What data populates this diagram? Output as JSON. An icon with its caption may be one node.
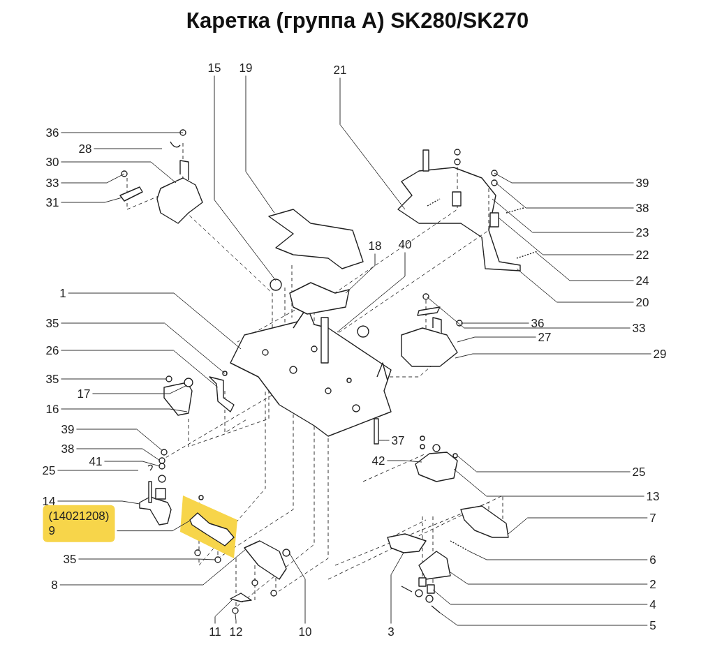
{
  "diagram": {
    "title": "Каретка (группа А) SK280/SK270",
    "nodes": [
      {
        "text": [
          "36"
        ]
      },
      {
        "text": [
          "28"
        ]
      },
      {
        "text": [
          "30"
        ]
      },
      {
        "text": [
          "33"
        ]
      },
      {
        "text": [
          "31"
        ]
      },
      {
        "text": [
          "15"
        ]
      },
      {
        "text": [
          "19"
        ]
      },
      {
        "text": [
          "21"
        ]
      },
      {
        "text": [
          "39"
        ]
      },
      {
        "text": [
          "38"
        ]
      },
      {
        "text": [
          "23"
        ]
      },
      {
        "text": [
          "22"
        ]
      },
      {
        "text": [
          "18"
        ]
      },
      {
        "text": [
          "40"
        ]
      },
      {
        "text": [
          "24"
        ]
      },
      {
        "text": [
          "1"
        ]
      },
      {
        "text": [
          "20"
        ]
      },
      {
        "text": [
          "35"
        ]
      },
      {
        "text": [
          "33"
        ]
      },
      {
        "text": [
          "36"
        ]
      },
      {
        "text": [
          "27"
        ]
      },
      {
        "text": [
          "26"
        ]
      },
      {
        "text": [
          "29"
        ]
      },
      {
        "text": [
          "35"
        ]
      },
      {
        "text": [
          "17"
        ]
      },
      {
        "text": [
          "16"
        ]
      },
      {
        "text": [
          "39"
        ]
      },
      {
        "text": [
          "38"
        ]
      },
      {
        "text": [
          "37"
        ]
      },
      {
        "text": [
          "41"
        ]
      },
      {
        "text": [
          "42"
        ]
      },
      {
        "text": [
          "25"
        ]
      },
      {
        "text": [
          "25"
        ]
      },
      {
        "text": [
          "14"
        ]
      },
      {
        "text": [
          "13"
        ]
      },
      {
        "text": [
          "(14021208)",
          "9"
        ]
      },
      {
        "text": [
          "7"
        ]
      },
      {
        "text": [
          "35"
        ]
      },
      {
        "text": [
          "6"
        ]
      },
      {
        "text": [
          "8"
        ]
      },
      {
        "text": [
          "2"
        ]
      },
      {
        "text": [
          "4"
        ]
      },
      {
        "text": [
          "5"
        ]
      },
      {
        "text": [
          "11"
        ]
      },
      {
        "text": [
          "12"
        ]
      },
      {
        "text": [
          "10"
        ]
      },
      {
        "text": [
          "3"
        ]
      }
    ],
    "edges": [
      {
        "from": 0,
        "to": null,
        "arrow": "none"
      },
      {
        "from": 1,
        "to": null,
        "arrow": "none"
      },
      {
        "from": 2,
        "to": null,
        "arrow": "none"
      },
      {
        "from": 3,
        "to": null,
        "arrow": "none"
      },
      {
        "from": 4,
        "to": null,
        "arrow": "none"
      },
      {
        "from": 5,
        "to": null,
        "arrow": "none"
      },
      {
        "from": 6,
        "to": null,
        "arrow": "none"
      },
      {
        "from": 7,
        "to": null,
        "arrow": "none"
      },
      {
        "from": 8,
        "to": null,
        "arrow": "none"
      },
      {
        "from": 9,
        "to": null,
        "arrow": "none"
      },
      {
        "from": 10,
        "to": null,
        "arrow": "none"
      },
      {
        "from": 11,
        "to": null,
        "arrow": "none"
      },
      {
        "from": 12,
        "to": null,
        "arrow": "none"
      },
      {
        "from": 13,
        "to": null,
        "arrow": "none"
      },
      {
        "from": 14,
        "to": null,
        "arrow": "none"
      },
      {
        "from": 15,
        "to": null,
        "arrow": "none"
      },
      {
        "from": 16,
        "to": null,
        "arrow": "none"
      },
      {
        "from": 17,
        "to": null,
        "arrow": "none"
      },
      {
        "from": 18,
        "to": null,
        "arrow": "none"
      },
      {
        "from": 19,
        "to": null,
        "arrow": "none"
      },
      {
        "from": 20,
        "to": null,
        "arrow": "none"
      },
      {
        "from": 21,
        "to": null,
        "arrow": "none"
      },
      {
        "from": 22,
        "to": null,
        "arrow": "none"
      },
      {
        "from": 23,
        "to": null,
        "arrow": "none"
      },
      {
        "from": 24,
        "to": null,
        "arrow": "none"
      },
      {
        "from": 25,
        "to": null,
        "arrow": "none"
      },
      {
        "from": 26,
        "to": null,
        "arrow": "none"
      },
      {
        "from": 27,
        "to": null,
        "arrow": "none"
      },
      {
        "from": 28,
        "to": null,
        "arrow": "none"
      },
      {
        "from": 29,
        "to": null,
        "arrow": "none"
      },
      {
        "from": 30,
        "to": null,
        "arrow": "none"
      },
      {
        "from": 31,
        "to": null,
        "arrow": "none"
      },
      {
        "from": 32,
        "to": null,
        "arrow": "none"
      },
      {
        "from": 33,
        "to": null,
        "arrow": "none"
      },
      {
        "from": 34,
        "to": null,
        "arrow": "none"
      },
      {
        "from": 35,
        "to": null,
        "arrow": "none"
      },
      {
        "from": 36,
        "to": null,
        "arrow": "none"
      },
      {
        "from": 37,
        "to": null,
        "arrow": "none"
      },
      {
        "from": 38,
        "to": null,
        "arrow": "none"
      },
      {
        "from": 39,
        "to": null,
        "arrow": "none"
      },
      {
        "from": 40,
        "to": null,
        "arrow": "none"
      },
      {
        "from": 41,
        "to": null,
        "arrow": "none"
      },
      {
        "from": 42,
        "to": null,
        "arrow": "none"
      },
      {
        "from": 43,
        "to": null,
        "arrow": "none"
      },
      {
        "from": 44,
        "to": null,
        "arrow": "none"
      },
      {
        "from": 45,
        "to": null,
        "arrow": "none"
      },
      {
        "from": 46,
        "to": null,
        "arrow": "none"
      }
    ]
  }
}
